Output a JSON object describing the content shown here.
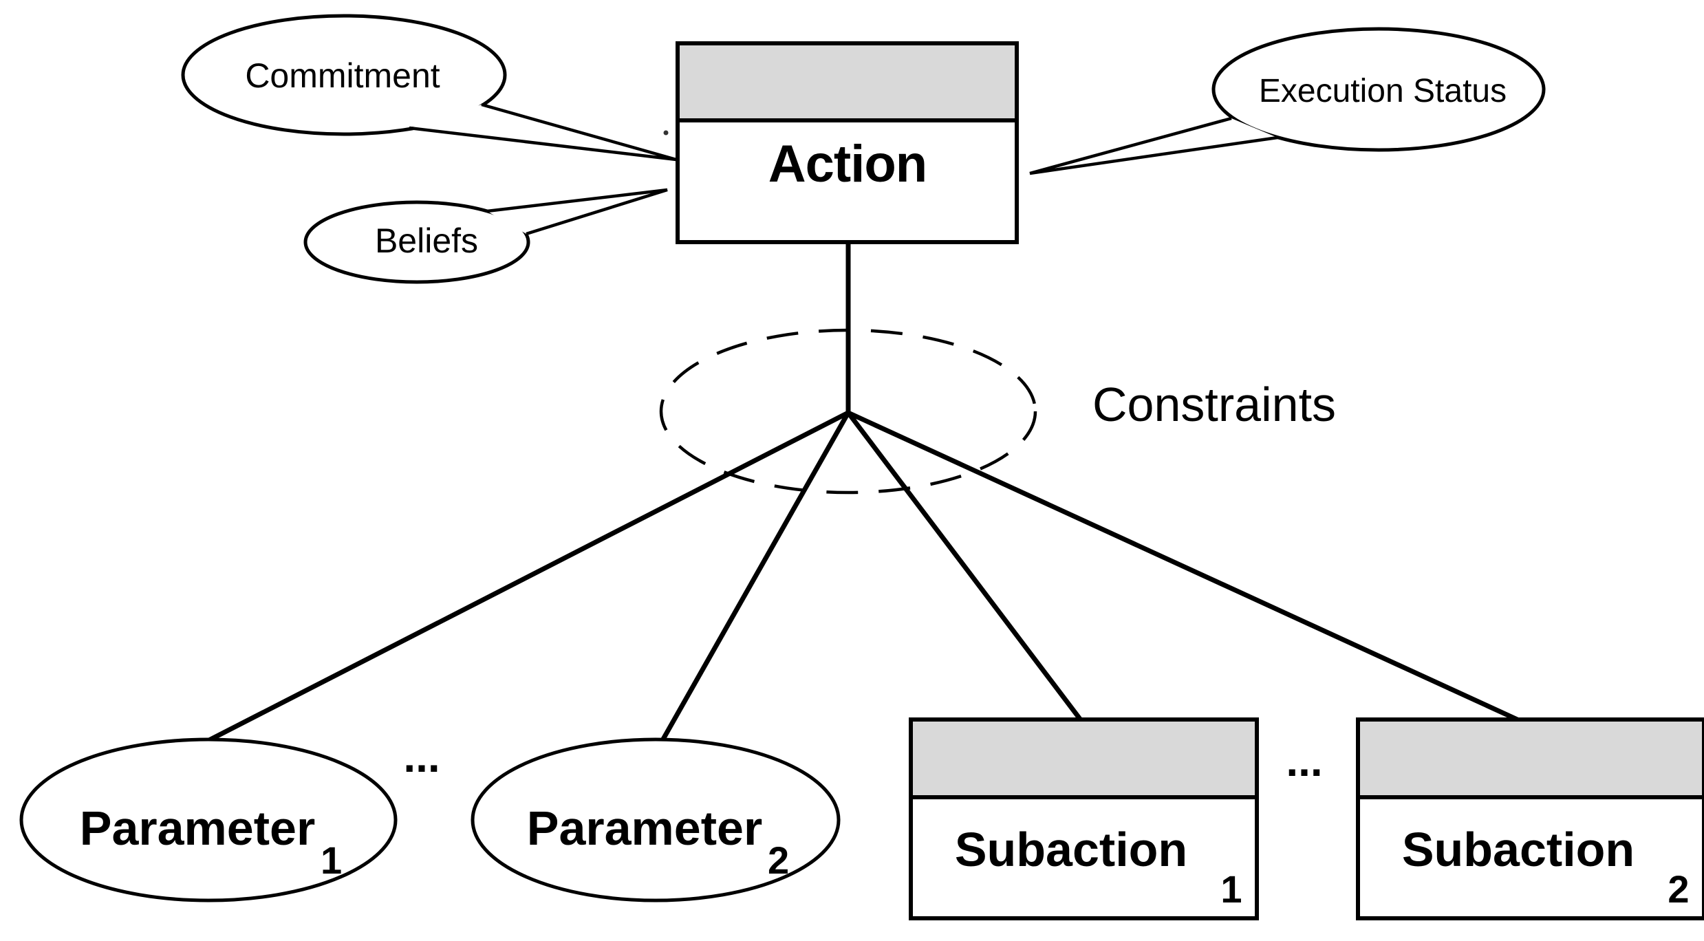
{
  "diagram": {
    "action_box": {
      "label": "Action"
    },
    "bubbles": {
      "commitment": {
        "label": "Commitment"
      },
      "beliefs": {
        "label": "Beliefs"
      },
      "execution_status": {
        "label": "Execution Status"
      }
    },
    "constraints": {
      "label": "Constraints"
    },
    "parameters": [
      {
        "name": "Parameter",
        "sub": "1"
      },
      {
        "name": "Parameter",
        "sub": "2"
      }
    ],
    "subactions": [
      {
        "name": "Subaction",
        "sub": "1"
      },
      {
        "name": "Subaction",
        "sub": "2"
      }
    ],
    "ellipsis_parameters": "...",
    "ellipsis_subactions": "...",
    "colors": {
      "background": "#ffffff",
      "stroke": "#000000",
      "header_fill": "#d9d9d9"
    }
  }
}
